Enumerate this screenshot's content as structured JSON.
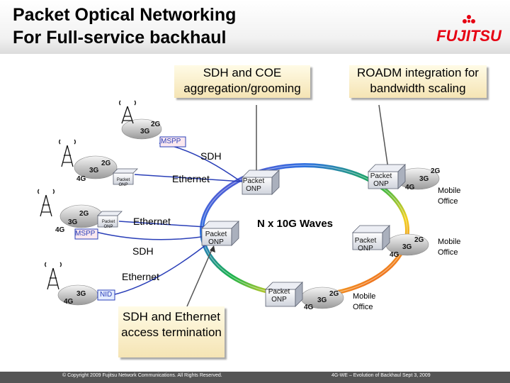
{
  "header": {
    "title_line1": "Packet Optical Networking",
    "title_line2": "For Full-service backhaul",
    "logo_text": "FUJITSU"
  },
  "callouts": {
    "sdh_coe": "SDH and COE aggregation/grooming",
    "roadm": "ROADM integration for bandwidth scaling",
    "access": "SDH and Ethernet access termination"
  },
  "labels": {
    "mspp": "MSPP",
    "sdh": "SDH",
    "ethernet": "Ethernet",
    "packet_onp": "Packet ONP",
    "nid": "NID",
    "waves": "N x 10G Waves",
    "mobile_office": "Mobile Office",
    "g2": "2G",
    "g3": "3G",
    "g4": "4G"
  },
  "footer": {
    "copyright": "© Copyright 2009 Fujitsu Network Communications. All Rights Reserved.",
    "event": "4G-WE – Evolution of Backhaul Sept 3, 2009"
  },
  "colors": {
    "ring_start": "#2e7d32",
    "callout": "#f5e4b4",
    "logo_red": "#e60012",
    "link_blue": "#2a3fb8"
  }
}
